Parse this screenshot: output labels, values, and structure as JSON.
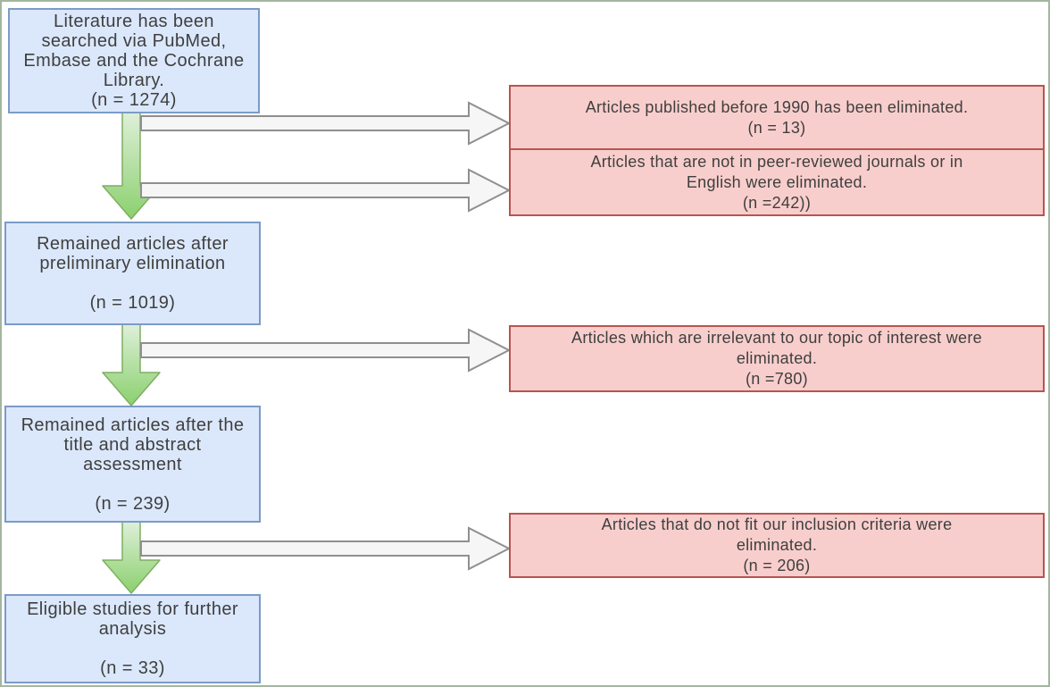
{
  "diagram": {
    "type": "flowchart",
    "main_nodes": [
      {
        "name": "literature-search",
        "text": "Literature has been\nsearched via PubMed,\nEmbase and the Cochrane\nLibrary.\n(n = 1274)",
        "n": 1274
      },
      {
        "name": "after-preliminary-elimination",
        "text": "Remained articles after\npreliminary elimination\n\n(n = 1019)",
        "n": 1019
      },
      {
        "name": "after-title-abstract-assessment",
        "text": "Remained articles after the\ntitle and abstract\nassessment\n\n(n = 239)",
        "n": 239
      },
      {
        "name": "eligible-studies",
        "text": "Eligible studies for further\nanalysis\n\n(n = 33)",
        "n": 33
      }
    ],
    "exclusion_nodes": [
      {
        "name": "published-before-1990",
        "text": "Articles published before 1990 has been eliminated.\n(n = 13)",
        "n": 13
      },
      {
        "name": "not-peer-reviewed-or-english",
        "text": "Articles that are not in peer-reviewed journals or in\nEnglish were eliminated.\n(n =242))",
        "n": 242
      },
      {
        "name": "irrelevant-to-topic",
        "text": "Articles which are irrelevant to our topic of interest were\neliminated.\n(n =780)",
        "n": 780
      },
      {
        "name": "not-fit-inclusion-criteria",
        "text": "Articles that do not fit our inclusion criteria were\neliminated.\n(n = 206)",
        "n": 206
      }
    ],
    "colors": {
      "main_node_fill": "#dbe8fb",
      "main_node_border": "#7b9bc7",
      "exclusion_node_fill": "#f8cecc",
      "exclusion_node_border": "#b85450",
      "down_arrow_fill_top": "#dff0da",
      "down_arrow_fill_bottom": "#8bd06e",
      "down_arrow_border": "#7fae62",
      "side_arrow_fill": "#f6f6f6",
      "side_arrow_border": "#8f8f8f",
      "canvas_border": "#a3b7a0",
      "text": "#3f3f3f"
    }
  }
}
